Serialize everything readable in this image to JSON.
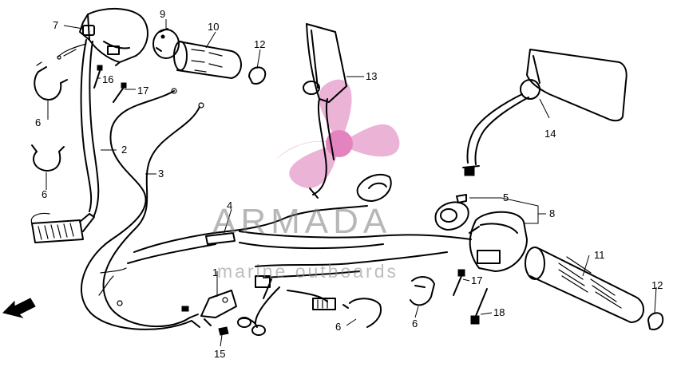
{
  "watermark": {
    "title": "ARMADA",
    "subtitle": "marine outboards",
    "logo_color": "#e8a6cf"
  },
  "callouts": [
    {
      "id": "c1",
      "text": "1"
    },
    {
      "id": "c2",
      "text": "2"
    },
    {
      "id": "c3",
      "text": "3"
    },
    {
      "id": "c4",
      "text": "4"
    },
    {
      "id": "c5",
      "text": "5"
    },
    {
      "id": "c6a",
      "text": "6"
    },
    {
      "id": "c6b",
      "text": "6"
    },
    {
      "id": "c6c",
      "text": "6"
    },
    {
      "id": "c6d",
      "text": "6"
    },
    {
      "id": "c7",
      "text": "7"
    },
    {
      "id": "c8",
      "text": "8"
    },
    {
      "id": "c9",
      "text": "9"
    },
    {
      "id": "c10",
      "text": "10"
    },
    {
      "id": "c11",
      "text": "11"
    },
    {
      "id": "c12a",
      "text": "12"
    },
    {
      "id": "c12b",
      "text": "12"
    },
    {
      "id": "c13",
      "text": "13"
    },
    {
      "id": "c14",
      "text": "14"
    },
    {
      "id": "c15",
      "text": "15"
    },
    {
      "id": "c16",
      "text": "16"
    },
    {
      "id": "c17a",
      "text": "17"
    },
    {
      "id": "c17b",
      "text": "17"
    },
    {
      "id": "c18",
      "text": "18"
    }
  ],
  "icons": {
    "front_direction": "front-arrow-icon"
  }
}
